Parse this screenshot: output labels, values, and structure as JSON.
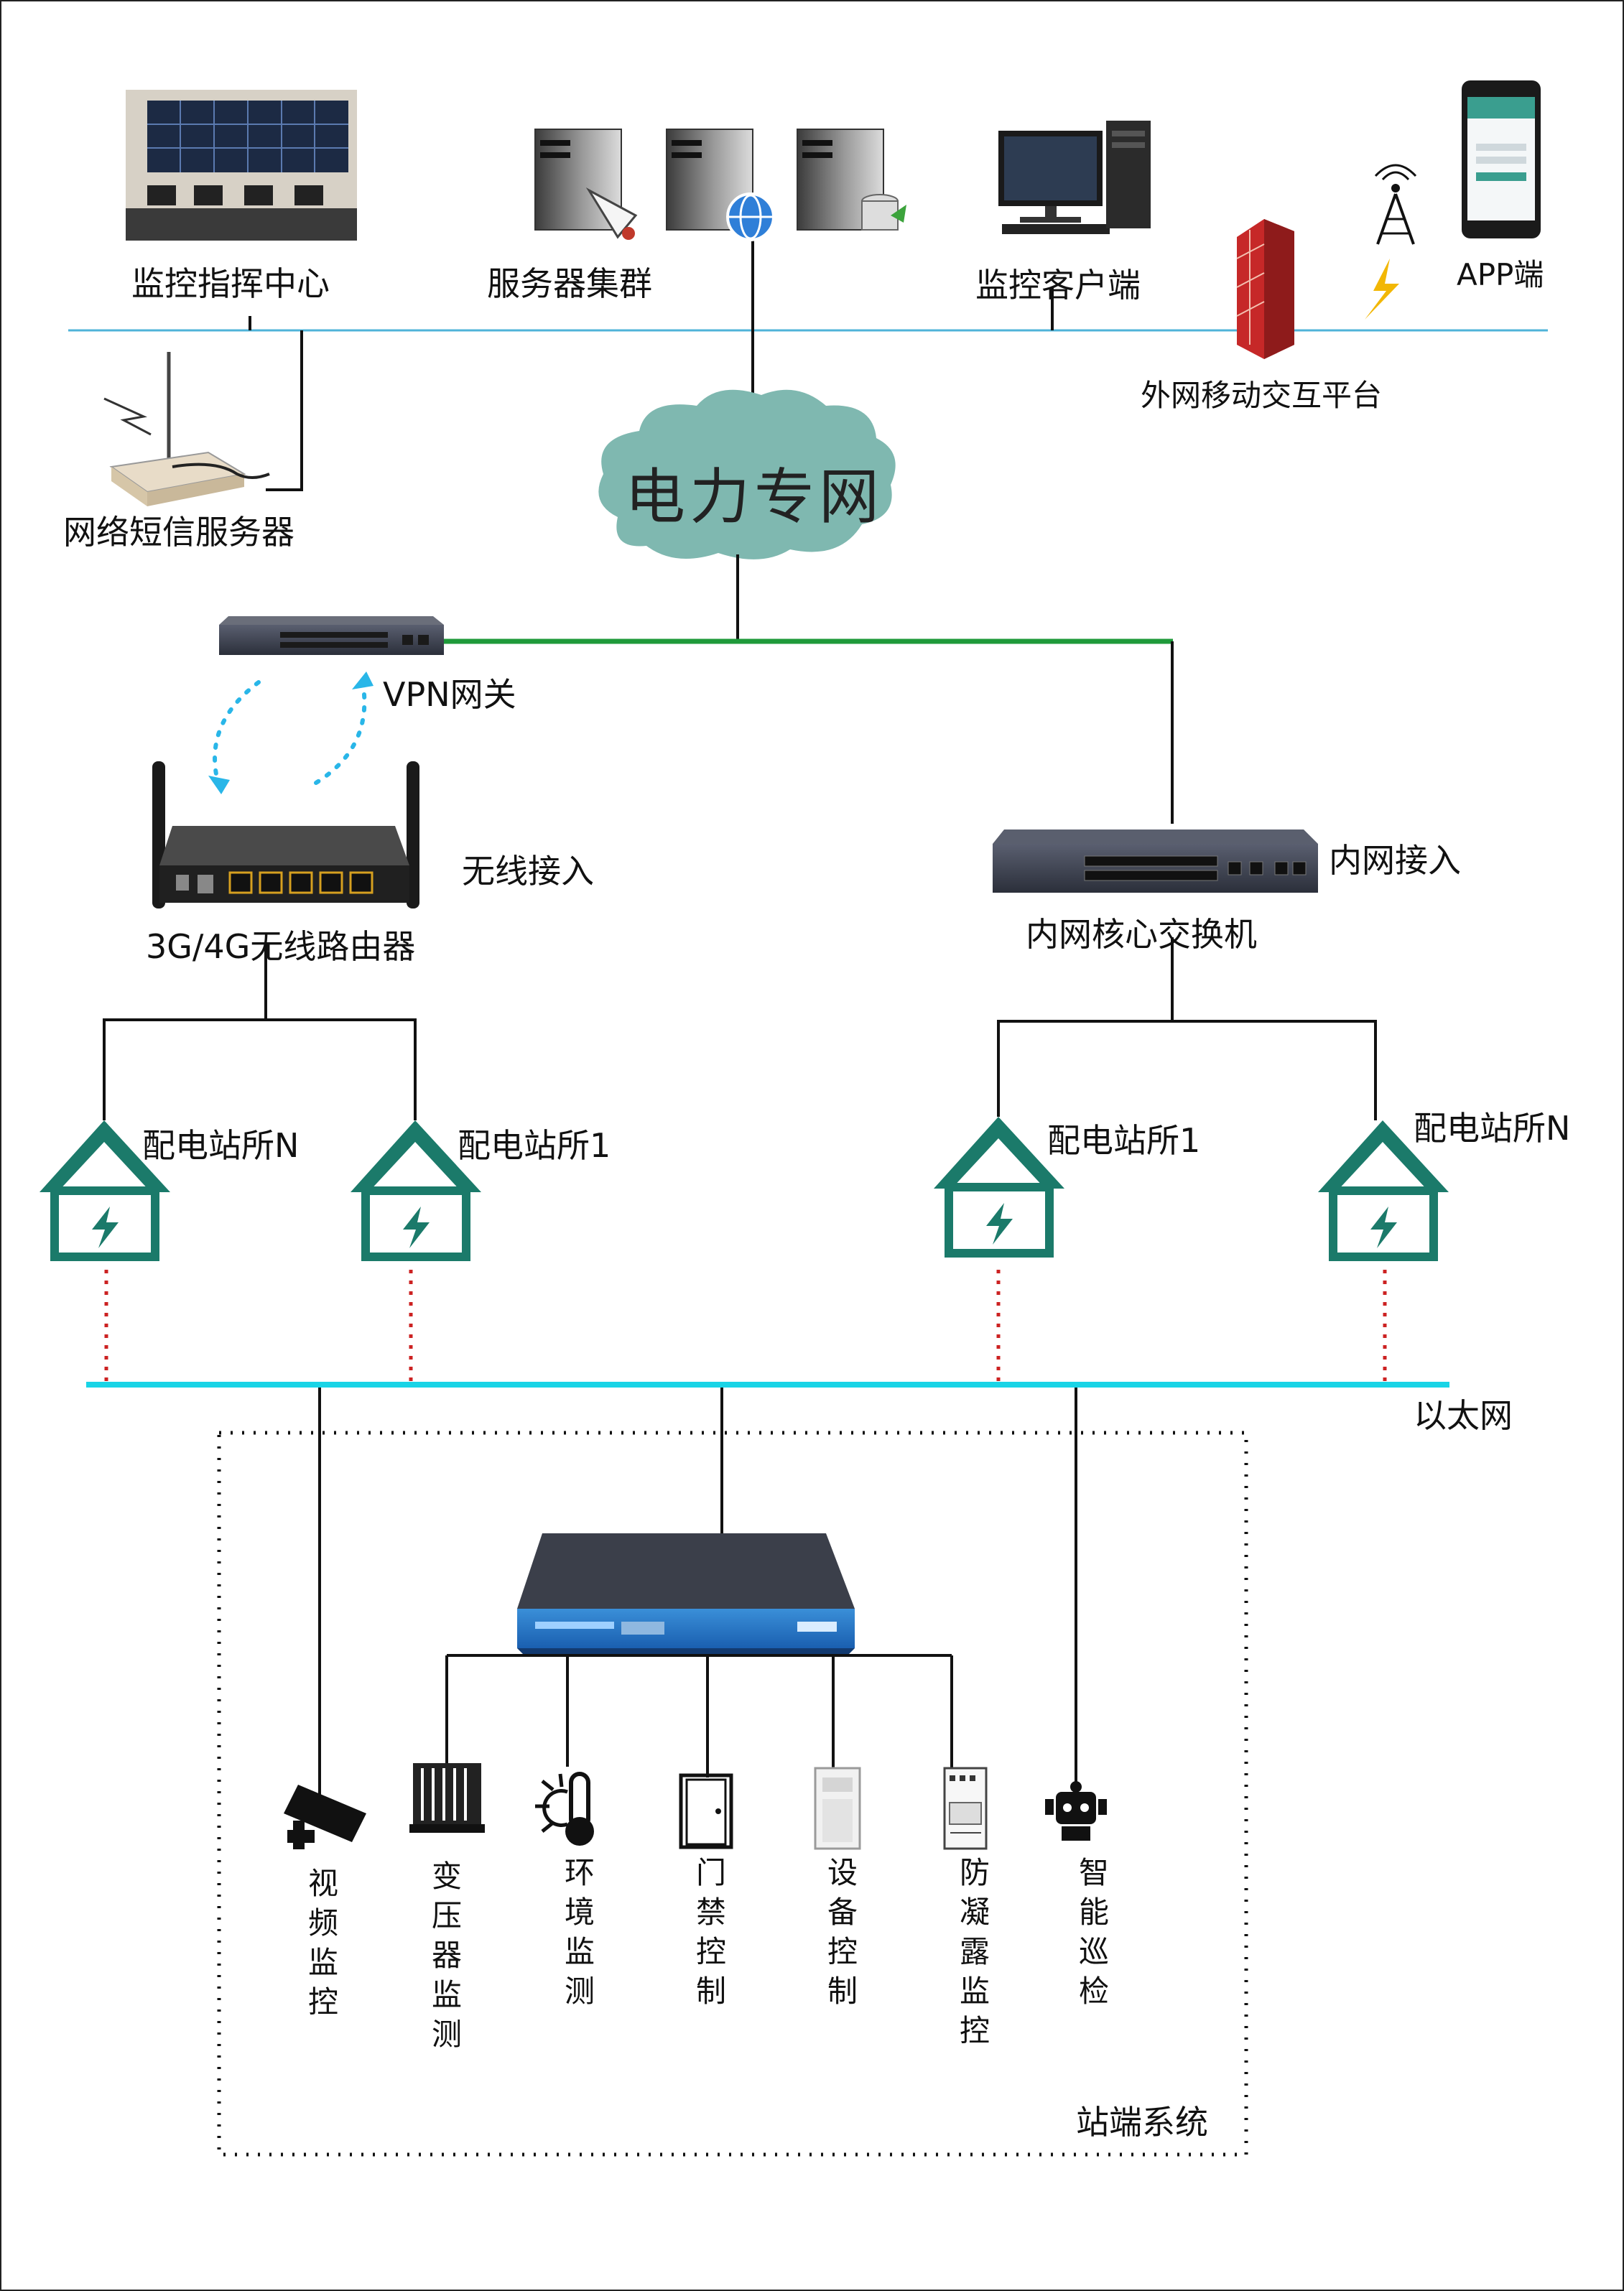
{
  "top": {
    "command_center": "监控指挥中心",
    "server_cluster": "服务器集群",
    "monitor_client": "监控客户端",
    "app": "APP端",
    "external_platform": "外网移动交互平台",
    "sms_server": "网络短信服务器"
  },
  "network": {
    "power_network": "电力专网",
    "vpn_gateway": "VPN网关",
    "wireless_access": "无线接入",
    "router": "3G/4G无线路由器",
    "intranet_access": "内网接入",
    "core_switch": "内网核心交换机",
    "ethernet": "以太网"
  },
  "stations": [
    {
      "label": "配电站所N"
    },
    {
      "label": "配电站所1"
    },
    {
      "label": "配电站所1"
    },
    {
      "label": "配电站所N"
    }
  ],
  "station_system": {
    "title": "站端系统",
    "items": [
      {
        "label": "视频监控",
        "icon": "camera-icon"
      },
      {
        "label": "变压器监测",
        "icon": "transformer-icon"
      },
      {
        "label": "环境监测",
        "icon": "thermometer-icon"
      },
      {
        "label": "门禁控制",
        "icon": "door-icon"
      },
      {
        "label": "设备控制",
        "icon": "air-conditioner-icon"
      },
      {
        "label": "防凝露监控",
        "icon": "cabinet-icon"
      },
      {
        "label": "智能巡检",
        "icon": "robot-icon"
      }
    ]
  },
  "colors": {
    "top_bus": "#4fb3d9",
    "green_link": "#1f9a3a",
    "ethernet_bus": "#19d4e6",
    "station": "#1b7a6a",
    "dotted_red": "#cc2222",
    "cloud": "#7fb8b0",
    "dashed_arrow": "#29b6e8"
  }
}
